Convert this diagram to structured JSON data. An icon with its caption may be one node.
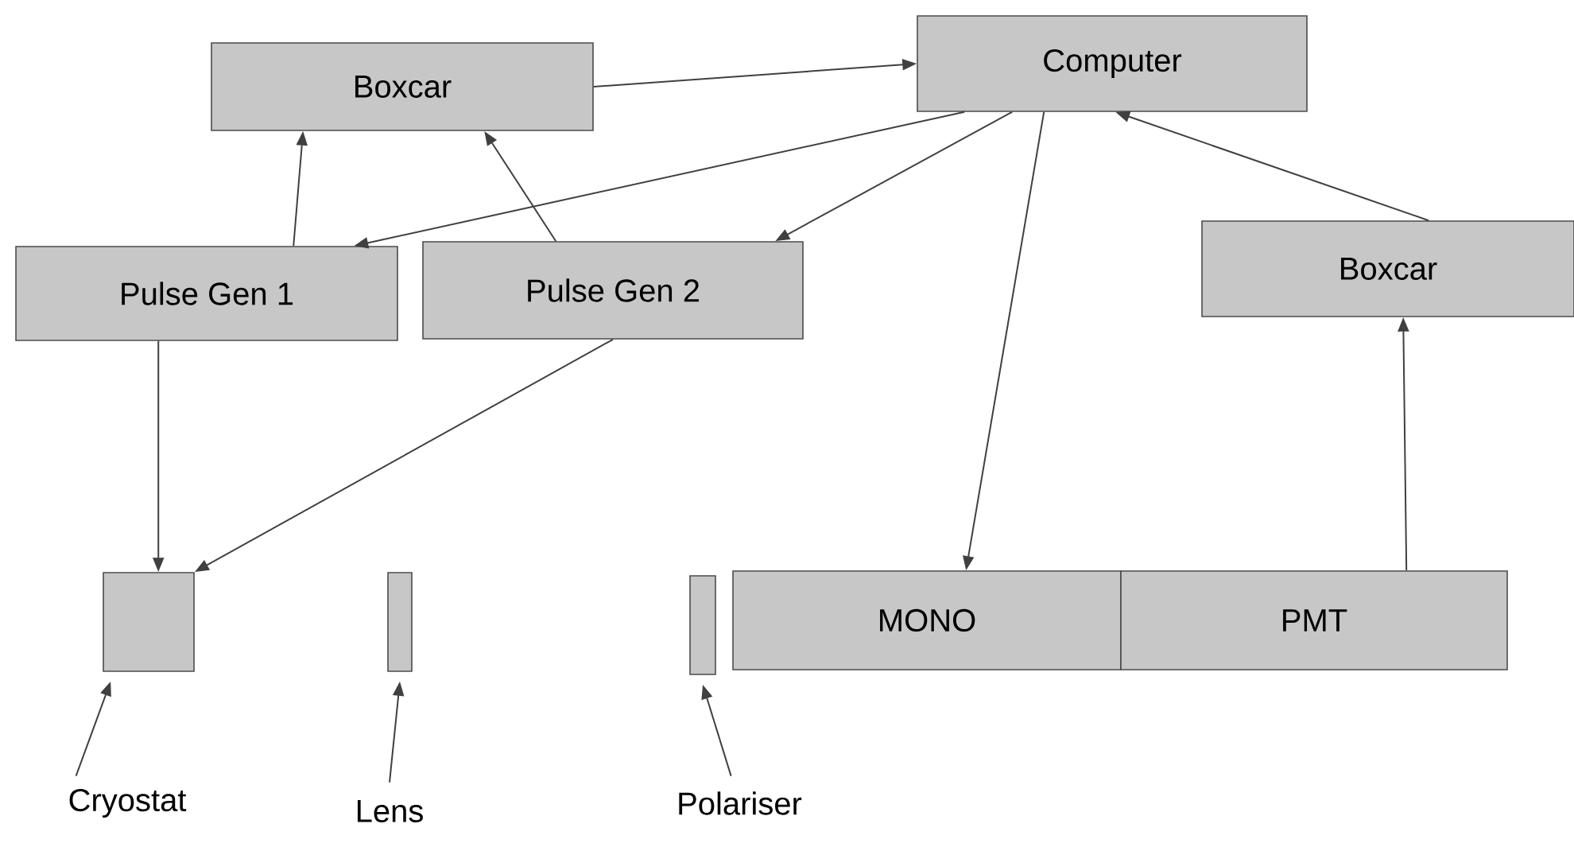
{
  "diagram": {
    "nodes": [
      {
        "text": [
          "Boxcar"
        ]
      },
      {
        "text": [
          "Computer"
        ]
      },
      {
        "text": [
          "Pulse Gen 1"
        ]
      },
      {
        "text": [
          "Pulse Gen 2"
        ]
      },
      {
        "text": [
          "Boxcar"
        ]
      },
      {
        "text": [],
        "shape": "box"
      },
      {
        "text": [],
        "shape": "box"
      },
      {
        "text": [],
        "shape": "box"
      },
      {
        "text": [
          "MONO"
        ]
      },
      {
        "text": [
          "PMT"
        ]
      },
      {
        "text": [
          "Cryostat"
        ]
      },
      {
        "text": [
          "Lens"
        ]
      },
      {
        "text": [
          "Polariser"
        ]
      }
    ],
    "edges": [
      {
        "from": 0,
        "to": 1,
        "arrow": "to"
      },
      {
        "from": 2,
        "to": 0,
        "arrow": "to"
      },
      {
        "from": 3,
        "to": 0,
        "arrow": "to"
      },
      {
        "from": 1,
        "to": 2,
        "arrow": "to"
      },
      {
        "from": 1,
        "to": 3,
        "arrow": "to"
      },
      {
        "from": 1,
        "to": 8,
        "arrow": "to"
      },
      {
        "from": 4,
        "to": 1,
        "arrow": "to"
      },
      {
        "from": 9,
        "to": 4,
        "arrow": "to"
      },
      {
        "from": 2,
        "to": 5,
        "arrow": "to"
      },
      {
        "from": 3,
        "to": 5,
        "arrow": "to"
      },
      {
        "from": 10,
        "to": 5,
        "arrow": "to"
      },
      {
        "from": 11,
        "to": 6,
        "arrow": "to"
      },
      {
        "from": 12,
        "to": 7,
        "arrow": "to"
      }
    ]
  }
}
